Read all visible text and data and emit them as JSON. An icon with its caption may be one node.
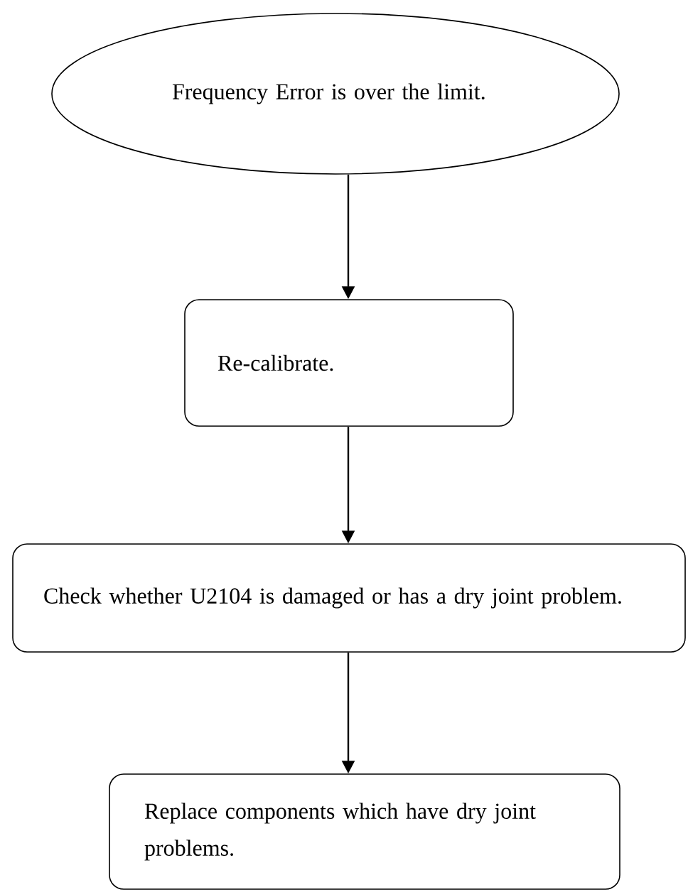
{
  "diagram": {
    "nodes": [
      {
        "text": [
          "Frequency Error is over the limit."
        ]
      },
      {
        "text": [
          "Re-calibrate."
        ]
      },
      {
        "text": [
          "Check whether U2104 is damaged or has a dry joint problem."
        ]
      },
      {
        "text": [
          "Replace components which have dry joint problems."
        ]
      }
    ],
    "edges": [
      {
        "from": 0,
        "to": 1,
        "arrow": "to"
      },
      {
        "from": 1,
        "to": 2,
        "arrow": "to"
      },
      {
        "from": 2,
        "to": 3,
        "arrow": "to"
      }
    ]
  }
}
